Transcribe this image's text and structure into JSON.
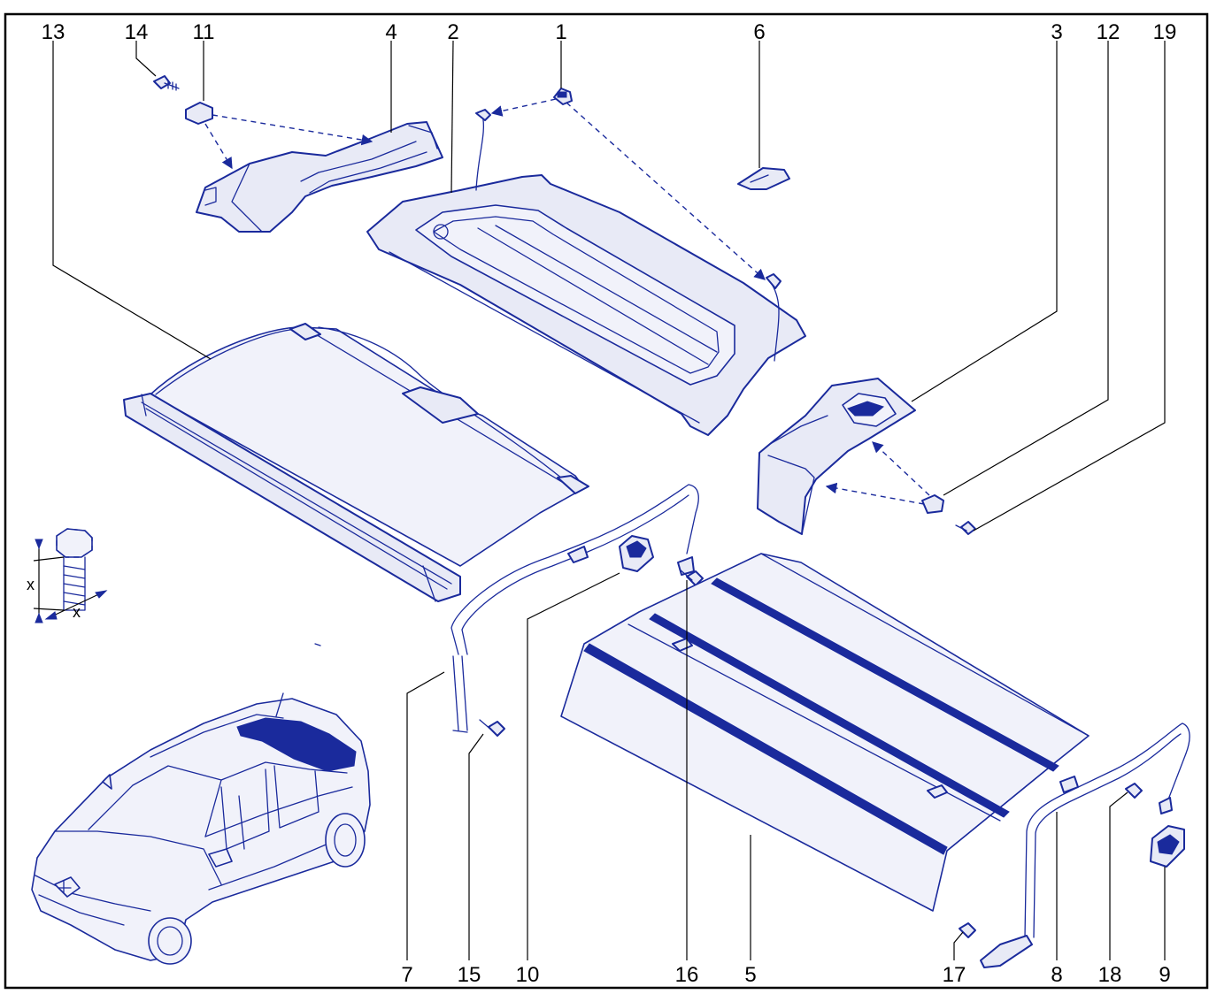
{
  "callouts": {
    "c1": "1",
    "c2": "2",
    "c3": "3",
    "c4": "4",
    "c5": "5",
    "c6": "6",
    "c7": "7",
    "c8": "8",
    "c9": "9",
    "c10": "10",
    "c11": "11",
    "c12": "12",
    "c13": "13",
    "c14": "14",
    "c15": "15",
    "c16": "16",
    "c17": "17",
    "c18": "18",
    "c19": "19"
  },
  "dimension_labels": {
    "vertical": "x",
    "horizontal": "x"
  },
  "colors": {
    "line": "#1a2a9c",
    "fill": "#e8eaf6",
    "text": "#000000"
  }
}
